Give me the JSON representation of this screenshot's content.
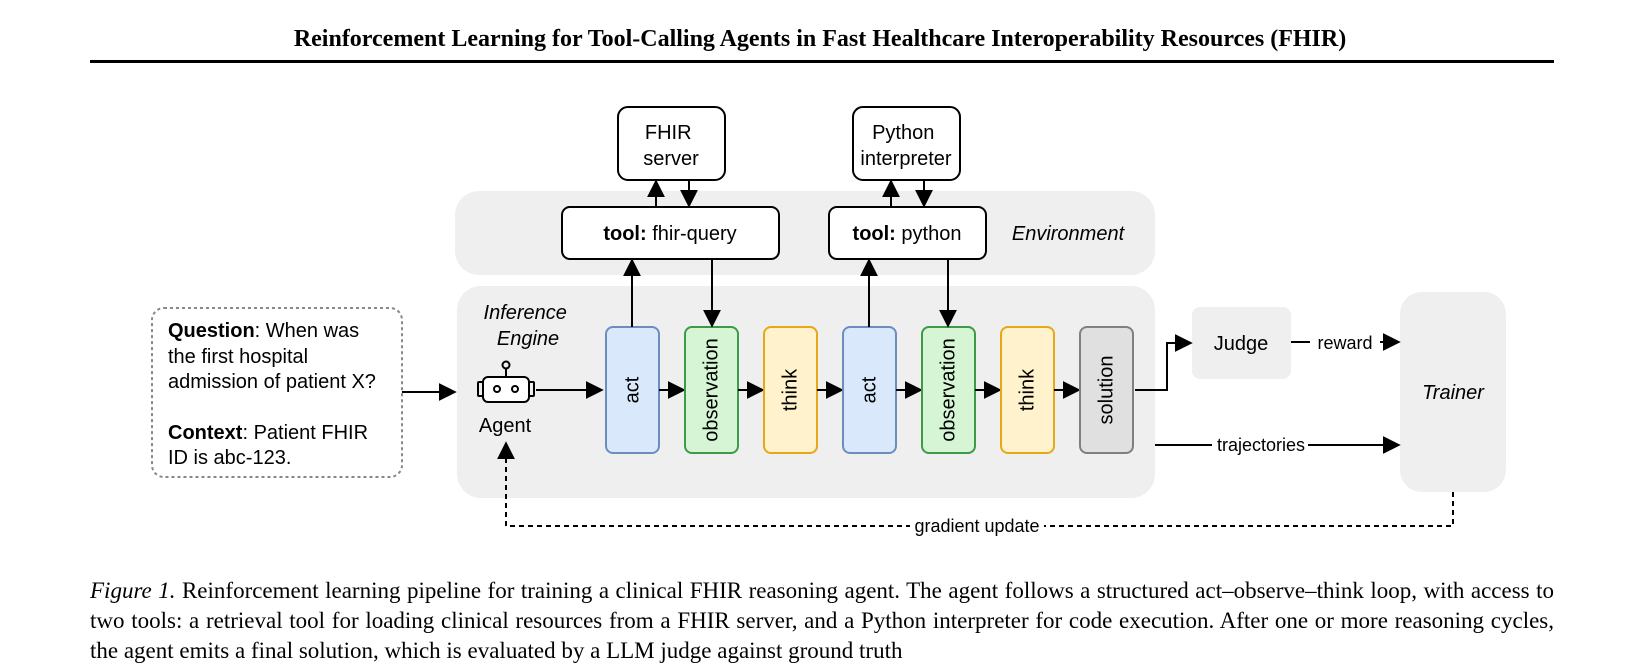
{
  "header": {
    "title": "Reinforcement Learning for Tool-Calling Agents in Fast Healthcare Interoperability Resources (FHIR)"
  },
  "diagram": {
    "question": {
      "question_label": "Question",
      "question_text_lines": [
        ": When was",
        "the first hospital",
        "admission of patient X?"
      ],
      "context_label": "Context",
      "context_text_lines": [
        ": Patient FHIR",
        "ID is abc-123."
      ]
    },
    "fhir_server_lines": [
      "FHIR",
      "server"
    ],
    "python_interpreter_lines": [
      "Python",
      "interpreter"
    ],
    "tool_prefix": "tool:",
    "tool_fhir_name": " fhir-query",
    "tool_python_name": " python",
    "environment_label": "Environment",
    "inference_engine_lines": [
      "Inference",
      "Engine"
    ],
    "agent_label": "Agent",
    "steps": [
      "act",
      "observation",
      "think",
      "act",
      "observation",
      "think",
      "solution"
    ],
    "judge_label": "Judge",
    "reward_label": "reward",
    "trajectories_label": "trajectories",
    "trainer_label": "Trainer",
    "gradient_label": "gradient update",
    "colors": {
      "act_fill": "#dae8fc",
      "act_stroke": "#6c8ebf",
      "observation_fill": "#d5f5d5",
      "observation_stroke": "#3c9a48",
      "think_fill": "#fff2cc",
      "think_stroke": "#e6a817",
      "solution_fill": "#e0e0e0",
      "solution_stroke": "#808080",
      "panel_fill": "#efefef"
    }
  },
  "caption": {
    "figure_label": "Figure 1.",
    "text": " Reinforcement learning pipeline for training a clinical FHIR reasoning agent. The agent follows a structured act–observe–think loop, with access to two tools: a retrieval tool for loading clinical resources from a FHIR server, and a Python interpreter for code execution. After one or more reasoning cycles, the agent emits a final solution, which is evaluated by a LLM judge against ground truth"
  }
}
